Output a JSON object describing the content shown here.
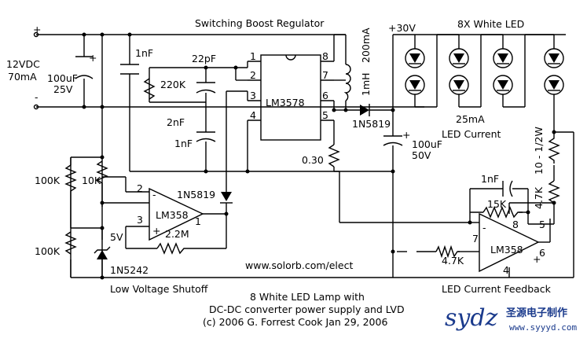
{
  "titles": {
    "top": "Switching Boost Regulator",
    "lvs": "Low Voltage Shutoff",
    "fb": "LED Current Feedback",
    "footer1": "8 White LED Lamp with",
    "footer2": "DC-DC converter power supply and LVD",
    "footer3": "(c) 2006 G. Forrest Cook   Jan 29, 2006",
    "url": "www.solorb.com/elect"
  },
  "supply": {
    "plus": "+",
    "minus": "-",
    "volt": "12VDC",
    "curr": "70mA",
    "cap_val": "100uF",
    "cap_v": "25V",
    "cap_plus": "+",
    "bypass": "1nF"
  },
  "regulator": {
    "ic": "LM3578",
    "pins": [
      "1",
      "2",
      "3",
      "4",
      "8",
      "7",
      "6",
      "5"
    ],
    "c_osc": "22pF",
    "r_comp": "220K",
    "c_comp": "2nF",
    "c_soft": "1nF",
    "inductor": "1mH",
    "ind_current": "200mA",
    "diode": "1N5819",
    "sense_r": "0.30"
  },
  "output": {
    "volt": "+30V",
    "led_label": "8X White LED",
    "led_current": "25mA",
    "led_current_label": "LED Current",
    "cap_val": "100uF",
    "cap_v": "50V",
    "cap_plus": "+",
    "r_led": "10 - 1/2W"
  },
  "lvd": {
    "r1": "100K",
    "r2": "10K",
    "r3": "100K",
    "opamp": "LM358",
    "pin2": "2",
    "pin3": "3",
    "pin1": "1",
    "minus": "-",
    "plus": "+",
    "diode": "1N5819",
    "r_fb": "2.2M",
    "zener_v": "5V",
    "zener": "1N5242"
  },
  "feedback": {
    "opamp": "LM358",
    "c": "1nF",
    "r_fb": "15K",
    "r_div": "4.7K",
    "r_in": "4.7K",
    "pin7": "7",
    "pin8": "8",
    "pin5": "5",
    "pin6": "6",
    "pin4": "4",
    "minus": "-",
    "plus": "+"
  },
  "watermark": {
    "logo": "sydz",
    "cn": "圣源电子制作",
    "url": "www.syyyd.com"
  }
}
